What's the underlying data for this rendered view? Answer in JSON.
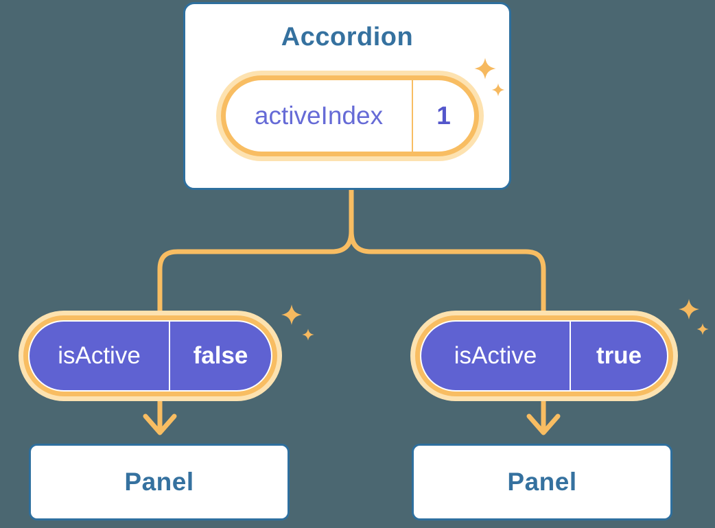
{
  "diagram": {
    "root": {
      "title": "Accordion",
      "state_label": "activeIndex",
      "state_value": "1"
    },
    "children": [
      {
        "prop_label": "isActive",
        "prop_value": "false",
        "panel_label": "Panel"
      },
      {
        "prop_label": "isActive",
        "prop_value": "true",
        "panel_label": "Panel"
      }
    ],
    "colors": {
      "background": "#4b6771",
      "card_fill": "#ffffff",
      "card_border": "#2e6f9e",
      "card_text": "#35719f",
      "highlight_orange": "#f8bd62",
      "highlight_glow": "#fde2b0",
      "sparkle": "#f6b95f",
      "prop_pill_fill": "#5f62d2",
      "prop_pill_text": "#ffffff",
      "state_text": "#666bd6",
      "state_value_text": "#5356cb"
    }
  }
}
